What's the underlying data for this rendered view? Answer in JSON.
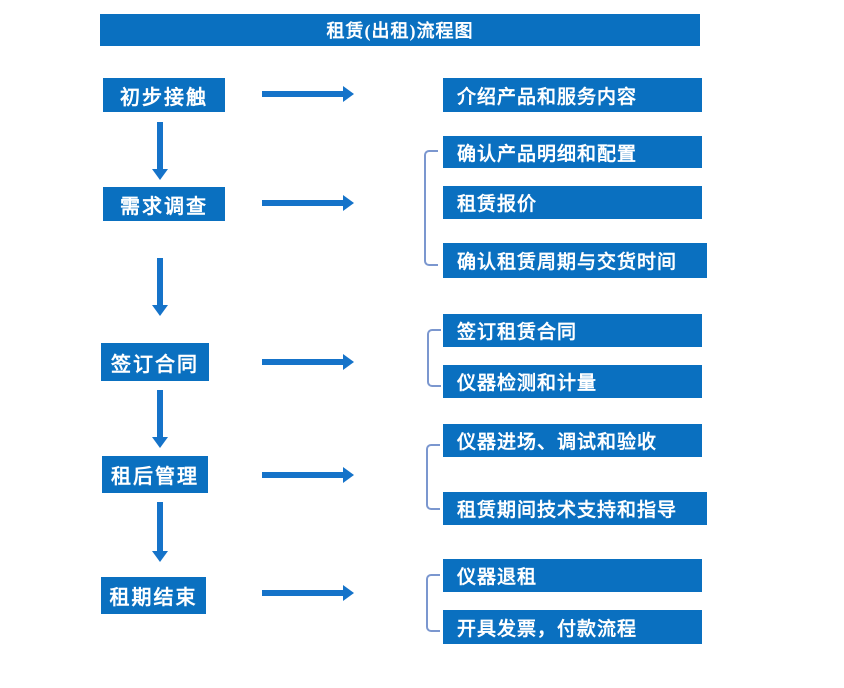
{
  "title": "租赁(出租)流程图",
  "colors": {
    "box": "#0a70c0",
    "arrow": "#1573c9",
    "bracket": "#7b97cf",
    "text": "#ffffff",
    "background": "#ffffff"
  },
  "stages": [
    {
      "label": "初步接触",
      "details": [
        "介绍产品和服务内容"
      ]
    },
    {
      "label": "需求调查",
      "details": [
        "确认产品明细和配置",
        "租赁报价",
        "确认租赁周期与交货时间"
      ]
    },
    {
      "label": "签订合同",
      "details": [
        "签订租赁合同",
        "仪器检测和计量"
      ]
    },
    {
      "label": "租后管理",
      "details": [
        "仪器进场、调试和验收",
        "租赁期间技术支持和指导"
      ]
    },
    {
      "label": "租期结束",
      "details": [
        "仪器退租",
        "开具发票，付款流程"
      ]
    }
  ]
}
